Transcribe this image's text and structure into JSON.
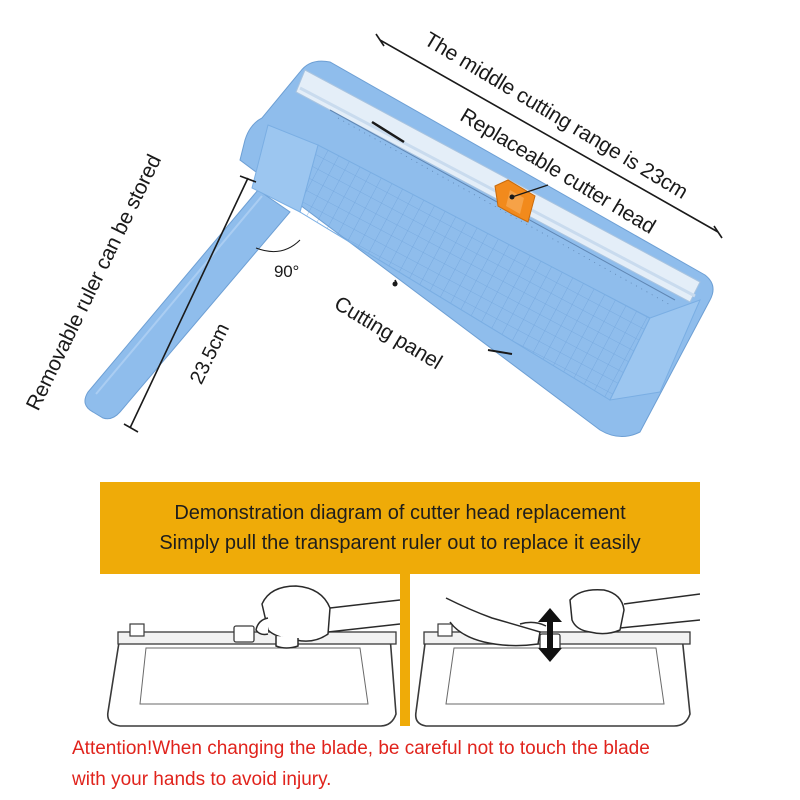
{
  "labels": {
    "middle_range": "The middle cutting range is 23cm",
    "cutter_head": "Replaceable cutter head",
    "ruler_stored": "Removable ruler can be stored",
    "angle": "90°",
    "length": "23.5cm",
    "panel": "Cutting panel"
  },
  "banner": {
    "line1": "Demonstration diagram of cutter head replacement",
    "line2": "Simply pull the transparent ruler out to replace it easily"
  },
  "warning": {
    "line1": "Attention!When changing the blade, be careful not to touch the blade",
    "line2": "with your hands to avoid injury."
  },
  "colors": {
    "trimmer_blue": "#8fbdec",
    "cutter_orange": "#f28a1c",
    "banner_gold": "#efab08",
    "warning_red": "#e0231c"
  }
}
